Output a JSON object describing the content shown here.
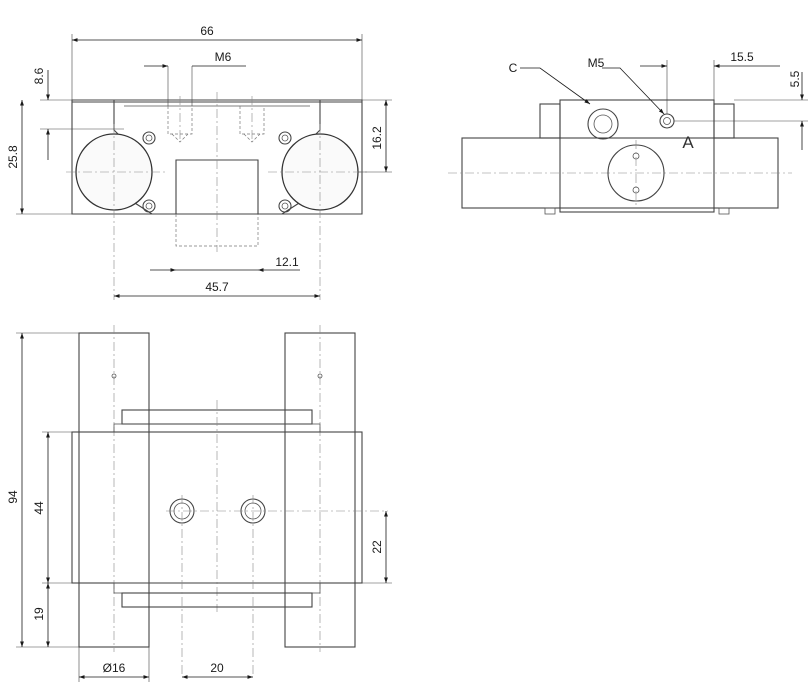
{
  "front_view": {
    "overall_width": "66",
    "thread_top": "M6",
    "height_top_step": "8.6",
    "height_total": "25.8",
    "height_axis": "16.2",
    "slot_width": "12.1",
    "roller_spacing": "45.7"
  },
  "side_view": {
    "label_c": "C",
    "thread_side": "M5",
    "offset_x": "15.5",
    "offset_y": "5.5",
    "port_label": "A"
  },
  "top_view": {
    "length_total": "94",
    "body_length": "44",
    "end_length": "19",
    "port_offset": "22",
    "diameter": "Ø16",
    "port_spacing": "20"
  }
}
